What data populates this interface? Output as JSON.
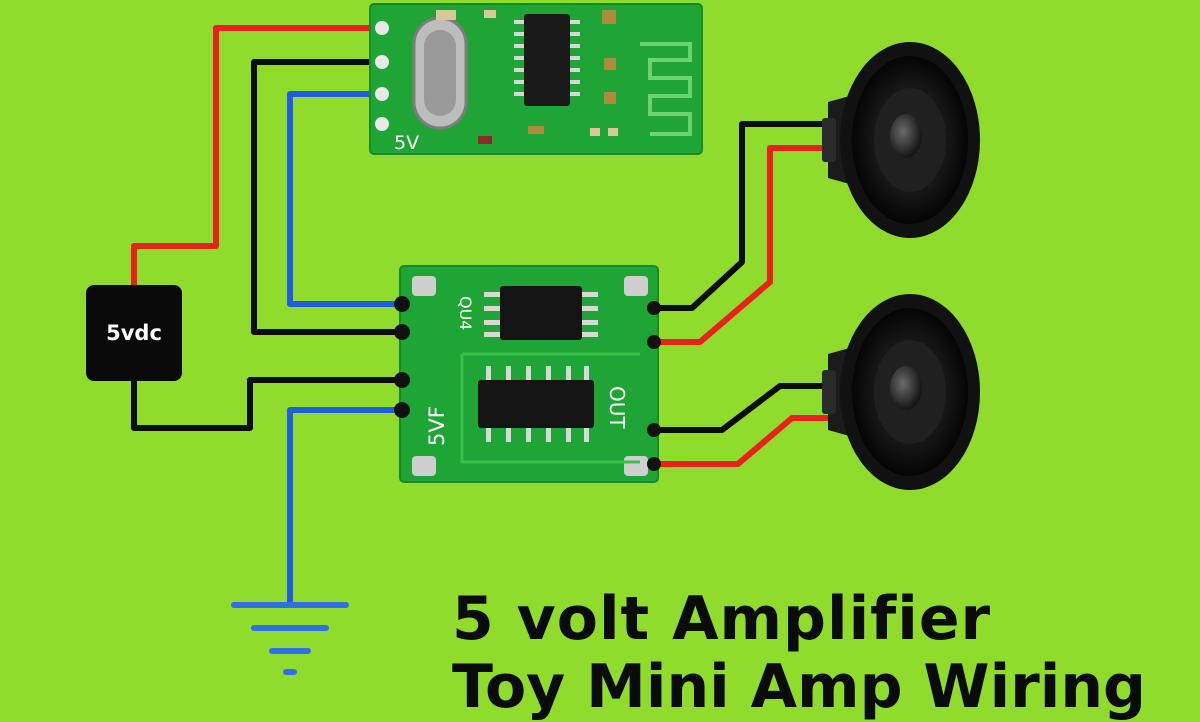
{
  "power_box_label": "5vdc",
  "bt_module_label": "5V",
  "amp_module": {
    "top_label": "QU4",
    "side_label": "5VF",
    "out_label": "OUT"
  },
  "title": "5 volt Amplifier",
  "subtitle_partial": "Toy Mini Amp Wiring",
  "colors": {
    "background": "#8fdc2c",
    "pcb": "#1ea535",
    "wire_positive": "#e8201e",
    "wire_negative": "#0c0c0c",
    "wire_signal": "#1f5ee0",
    "ground": "#2f6fe8"
  },
  "icons": [
    "speaker-icon",
    "ground-symbol-icon"
  ]
}
